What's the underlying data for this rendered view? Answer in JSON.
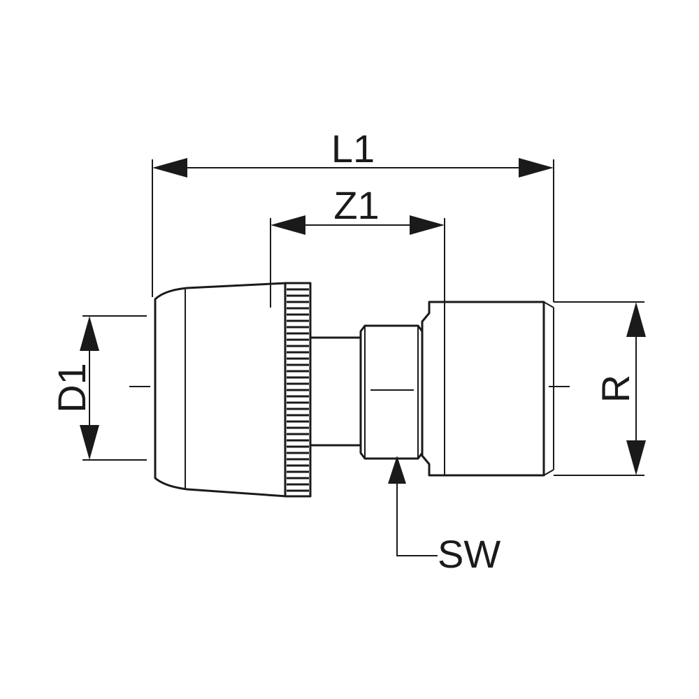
{
  "drawing": {
    "dimensions": {
      "overall_length": "L1",
      "insertion_length": "Z1",
      "pipe_diameter": "D1",
      "thread": "R",
      "wrench_size": "SW"
    }
  }
}
